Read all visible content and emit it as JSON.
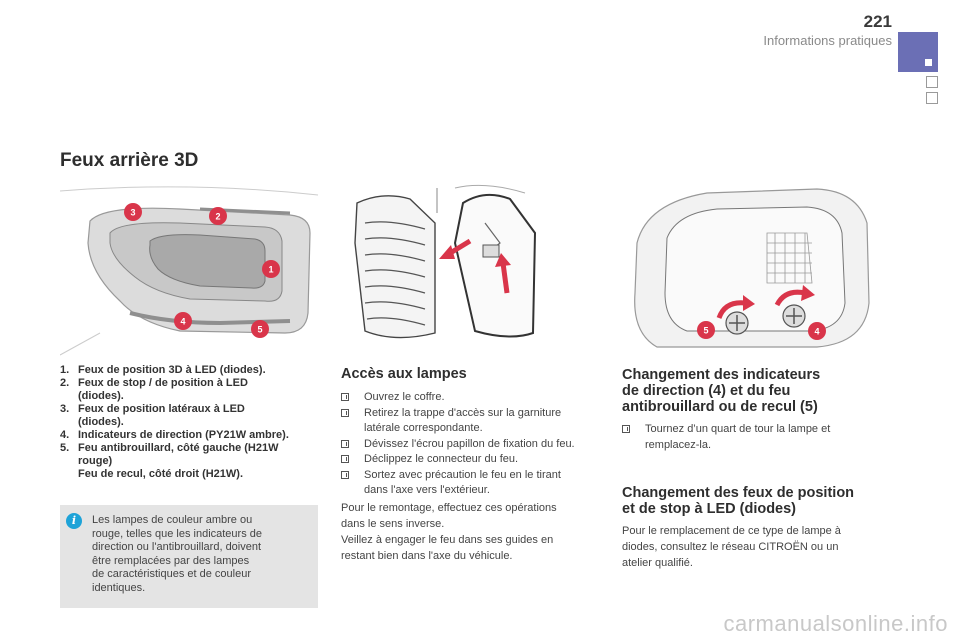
{
  "header": {
    "page_number": "221",
    "section": "Informations pratiques"
  },
  "title": "Feux arrière 3D",
  "figures": {
    "lamp_callouts": [
      "1",
      "2",
      "3",
      "4",
      "5"
    ],
    "bulb_callouts": [
      "5",
      "4"
    ],
    "accent_color": "#d9354a"
  },
  "legend": [
    {
      "num": "1.",
      "text": "Feux de position 3D à LED (diodes)."
    },
    {
      "num": "2.",
      "text": "Feux de stop / de position à LED\n(diodes)."
    },
    {
      "num": "3.",
      "text": "Feux de position latéraux à LED\n(diodes)."
    },
    {
      "num": "4.",
      "text": "Indicateurs de direction (PY21W ambre)."
    },
    {
      "num": "5.",
      "text": "Feu antibrouillard, côté gauche (H21W\nrouge)\nFeu de recul, côté droit (H21W)."
    }
  ],
  "info": {
    "icon": "info-icon",
    "text": "Les lampes de couleur ambre ou\nrouge, telles que les indicateurs de\ndirection ou l'antibrouillard, doivent\nêtre remplacées par des lampes\nde caractéristiques et de couleur\nidentiques."
  },
  "acces": {
    "title": "Accès aux lampes",
    "steps": [
      "Ouvrez le coffre.",
      "Retirez la trappe d'accès sur la garniture\nlatérale correspondante.",
      "Dévissez l'écrou papillon de fixation du feu.",
      "Déclippez le connecteur du feu.",
      "Sortez avec précaution le feu en le tirant\ndans l'axe vers l'extérieur."
    ],
    "paragraph": "Pour le remontage, effectuez ces opérations\ndans le sens inverse.\nVeillez à engager le feu dans ses guides en\nrestant bien dans l'axe du véhicule."
  },
  "direction": {
    "title": "Changement des indicateurs\nde direction (4) et du feu\nantibrouillard ou de recul (5)",
    "steps": [
      "Tournez d’un quart de tour la lampe et\nremplacez-la."
    ]
  },
  "led": {
    "title": "Changement des feux de position\net de stop à LED (diodes)",
    "paragraph": "Pour le remplacement de ce type de lampe à\ndiodes, consultez le réseau CITROËN ou un\natelier qualifié."
  },
  "watermark": "carmanualsonline.info"
}
